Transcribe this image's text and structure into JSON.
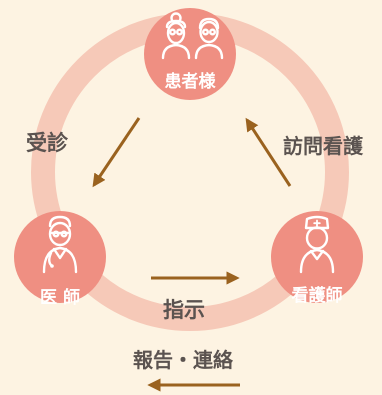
{
  "nodes": {
    "patient": {
      "label": "患者様",
      "icons": [
        "elderly-woman-icon",
        "elderly-man-icon"
      ]
    },
    "doctor": {
      "label": "医 師",
      "icons": [
        "doctor-icon"
      ]
    },
    "nurse": {
      "label": "看護師",
      "icons": [
        "nurse-icon"
      ]
    }
  },
  "edges": {
    "consultation": "受診",
    "home_visit": "訪問看護",
    "instruction": "指示",
    "report": "報告・連絡"
  },
  "colors": {
    "background": "#fdf3e2",
    "ring": "#f6c9b8",
    "node": "#ef8f82",
    "node_label": "#ffffff",
    "arrow": "#9a621f",
    "text": "#5b5350"
  }
}
